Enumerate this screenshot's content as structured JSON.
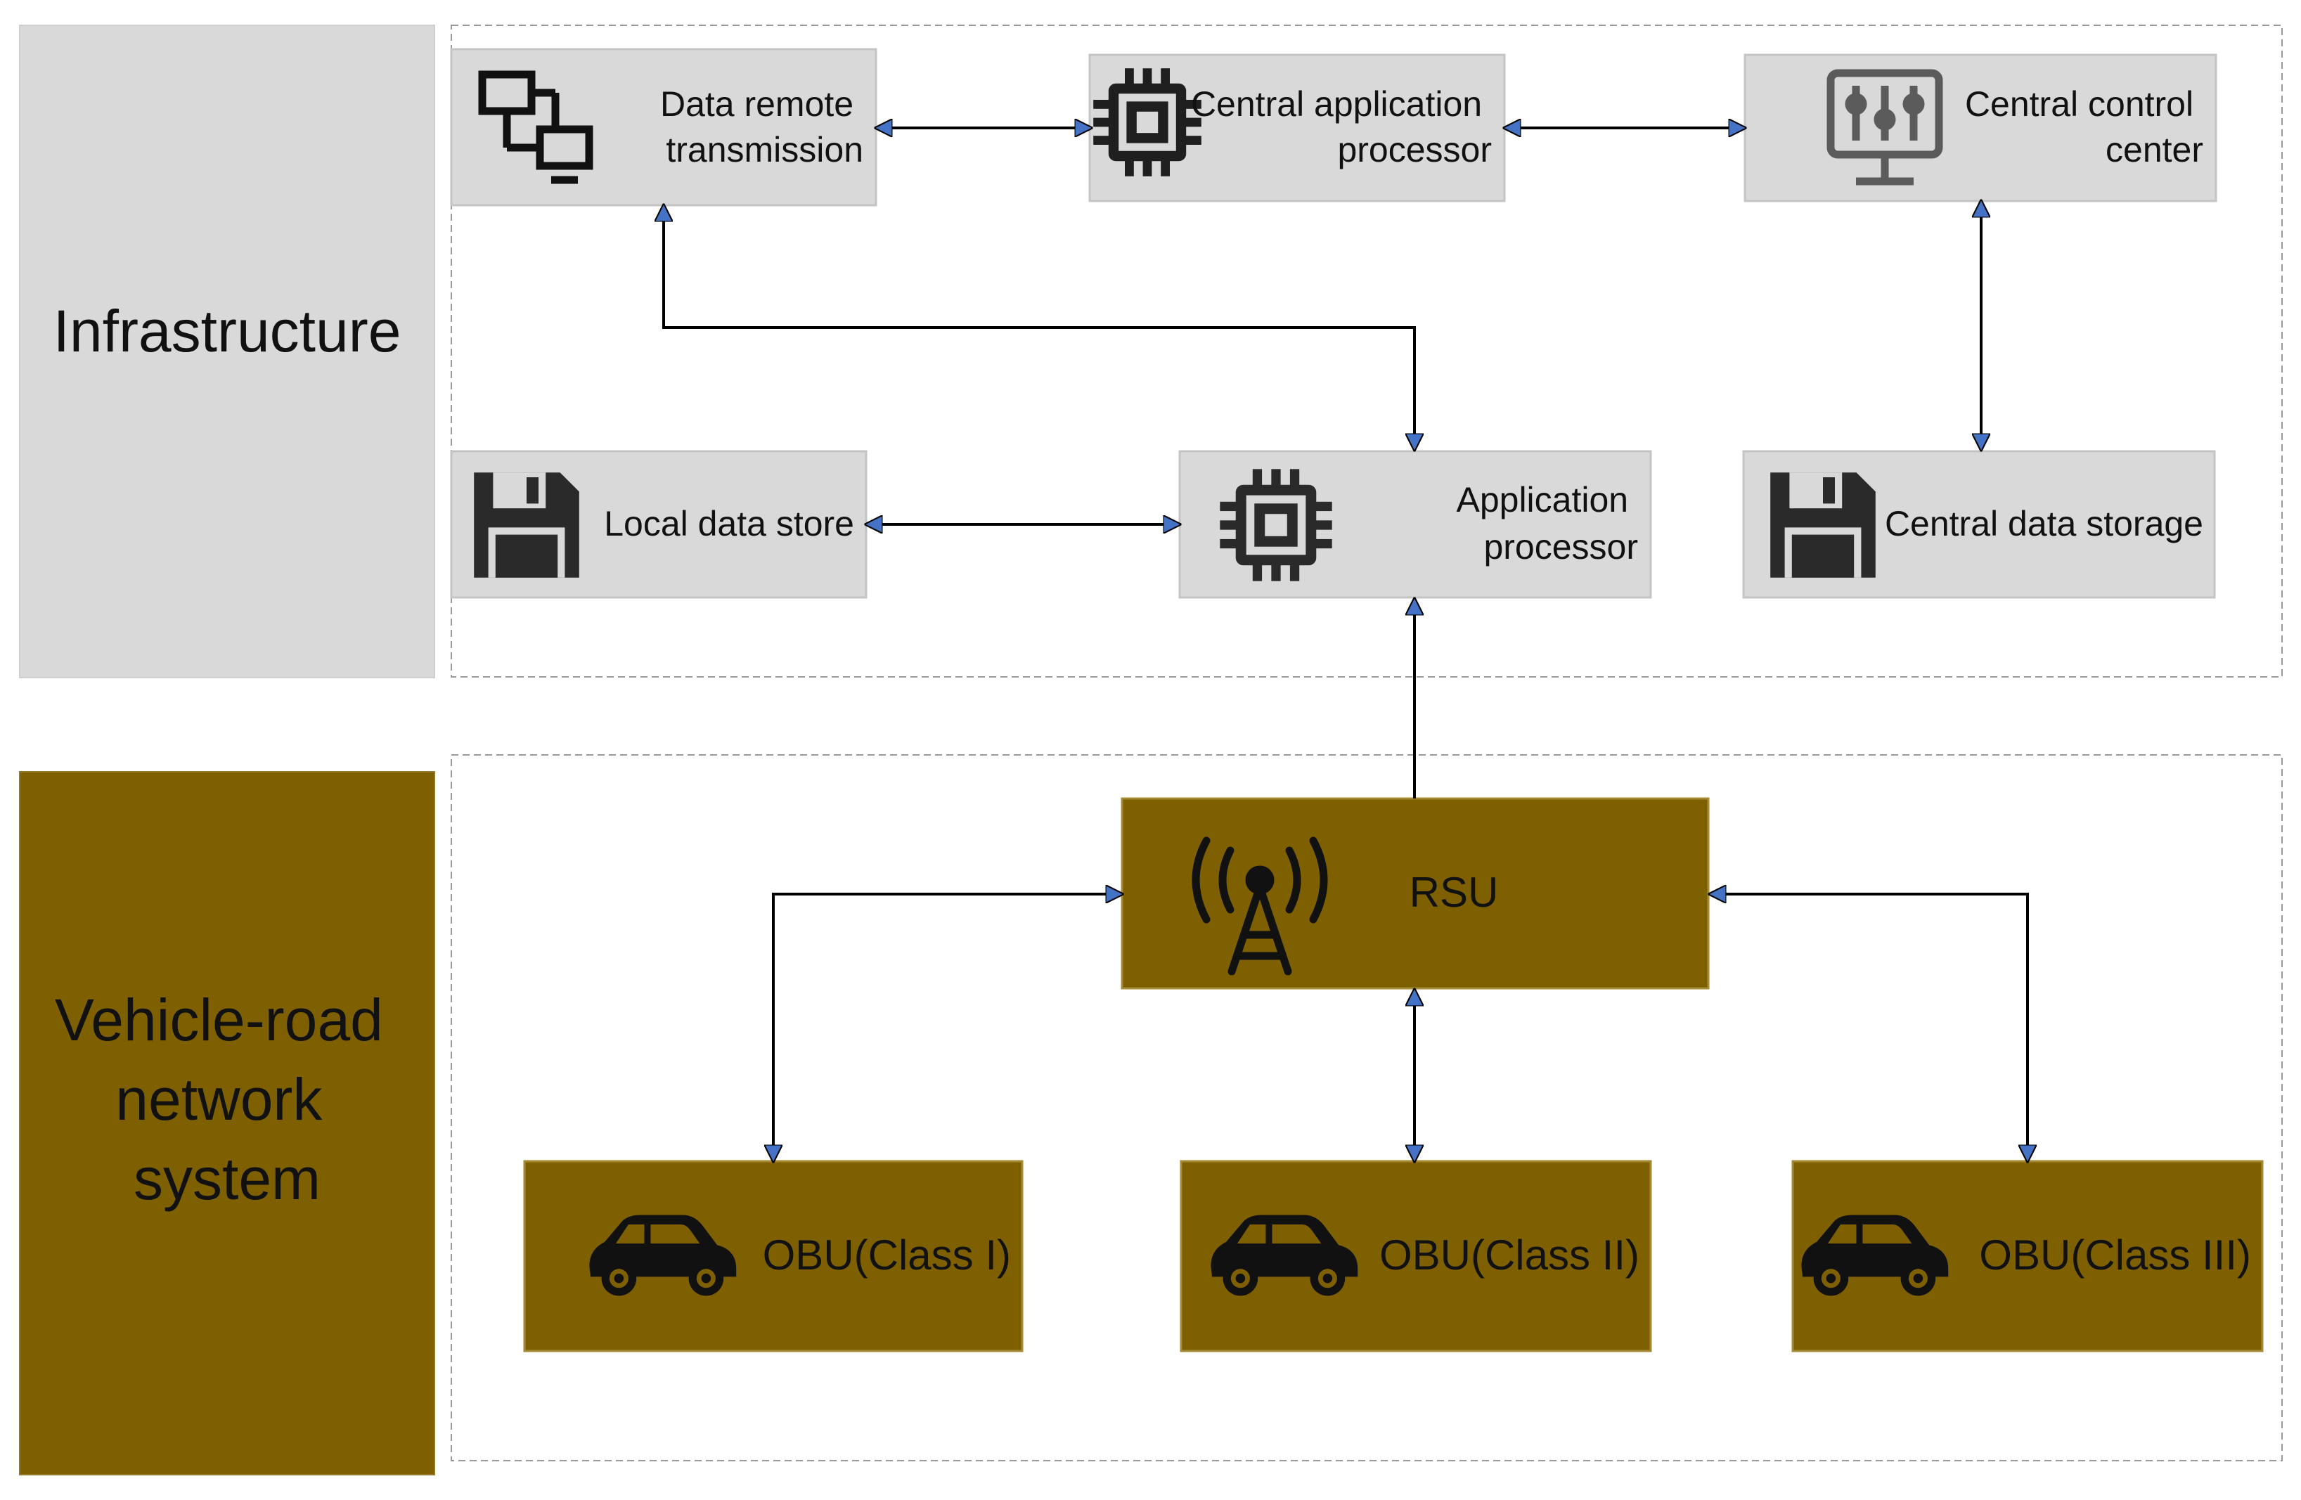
{
  "lanes": {
    "infrastructure": {
      "title": "Infrastructure",
      "color": "#d9d9d9"
    },
    "vehicle_road": {
      "title_lines": [
        "Vehicle-road",
        "network",
        "system"
      ],
      "color": "#7f6000"
    }
  },
  "nodes": {
    "data_remote_transmission": {
      "lines": [
        "Data remote",
        "transmission"
      ],
      "icon": "network-computers-icon"
    },
    "central_application_processor": {
      "lines": [
        "Central application",
        "processor"
      ],
      "icon": "cpu-chip-icon"
    },
    "central_control_center": {
      "lines": [
        "Central control",
        "center"
      ],
      "icon": "monitor-sliders-icon"
    },
    "local_data_store": {
      "label": "Local data store",
      "icon": "floppy-disk-icon"
    },
    "application_processor": {
      "lines": [
        "Application",
        "processor"
      ],
      "icon": "cpu-chip-icon"
    },
    "central_data_storage": {
      "label": "Central data storage",
      "icon": "floppy-disk-icon"
    },
    "rsu": {
      "label": "RSU",
      "icon": "antenna-tower-icon"
    },
    "obu_class_1": {
      "label": "OBU(Class I)",
      "icon": "car-icon"
    },
    "obu_class_2": {
      "label": "OBU(Class II)",
      "icon": "car-icon"
    },
    "obu_class_3": {
      "label": "OBU(Class III)",
      "icon": "car-icon"
    }
  },
  "edges": [
    {
      "from": "data_remote_transmission",
      "to": "central_application_processor",
      "direction": "both"
    },
    {
      "from": "central_application_processor",
      "to": "central_control_center",
      "direction": "both"
    },
    {
      "from": "application_processor",
      "to": "data_remote_transmission",
      "direction": "both"
    },
    {
      "from": "central_control_center",
      "to": "central_data_storage",
      "direction": "both"
    },
    {
      "from": "local_data_store",
      "to": "application_processor",
      "direction": "both"
    },
    {
      "from": "rsu",
      "to": "application_processor",
      "direction": "forward"
    },
    {
      "from": "obu_class_1",
      "to": "rsu",
      "direction": "both"
    },
    {
      "from": "obu_class_2",
      "to": "rsu",
      "direction": "both"
    },
    {
      "from": "obu_class_3",
      "to": "rsu",
      "direction": "both"
    }
  ],
  "colors": {
    "infrastructure_fill": "#d9d9d9",
    "vehicle_fill": "#7f6000",
    "arrowhead": "#4472c4"
  }
}
